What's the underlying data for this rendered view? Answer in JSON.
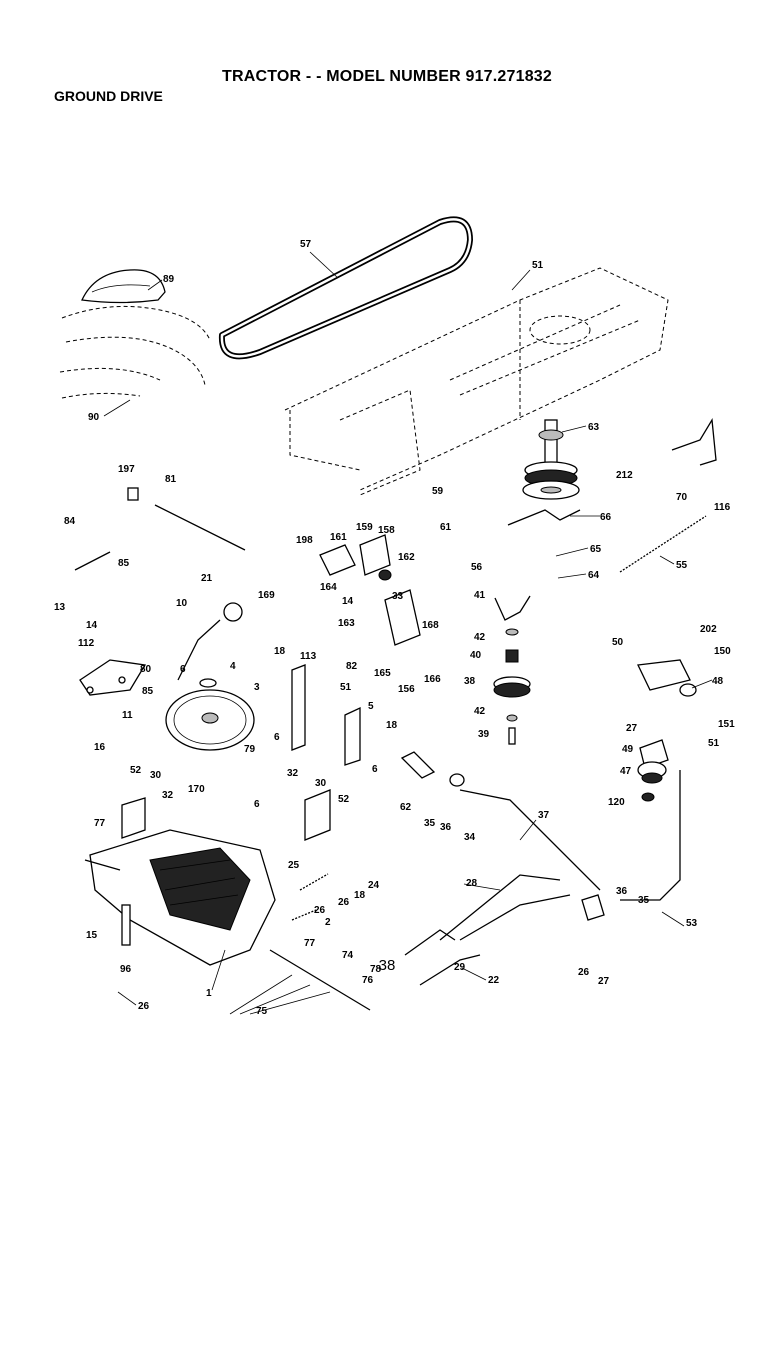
{
  "header": {
    "title": "TRACTOR - - MODEL NUMBER 917.271832",
    "section": "GROUND DRIVE"
  },
  "footer": {
    "page_number": "38"
  },
  "callouts": [
    "1",
    "2",
    "3",
    "4",
    "5",
    "6",
    "6",
    "6",
    "6",
    "6",
    "10",
    "11",
    "13",
    "14",
    "14",
    "15",
    "15",
    "16",
    "18",
    "18",
    "18",
    "21",
    "22",
    "24",
    "25",
    "26",
    "26",
    "26",
    "26",
    "27",
    "27",
    "28",
    "29",
    "30",
    "30",
    "32",
    "32",
    "33",
    "34",
    "35",
    "35",
    "36",
    "36",
    "37",
    "38",
    "39",
    "40",
    "41",
    "42",
    "42",
    "47",
    "48",
    "49",
    "50",
    "51",
    "51",
    "51",
    "52",
    "52",
    "53",
    "55",
    "56",
    "57",
    "59",
    "61",
    "62",
    "63",
    "64",
    "65",
    "66",
    "70",
    "74",
    "75",
    "76",
    "77",
    "77",
    "78",
    "79",
    "80",
    "81",
    "82",
    "84",
    "85",
    "85",
    "89",
    "90",
    "96",
    "112",
    "113",
    "116",
    "120",
    "150",
    "151",
    "156",
    "158",
    "159",
    "161",
    "162",
    "163",
    "164",
    "165",
    "166",
    "168",
    "169",
    "170",
    "197",
    "198",
    "202",
    "212"
  ]
}
